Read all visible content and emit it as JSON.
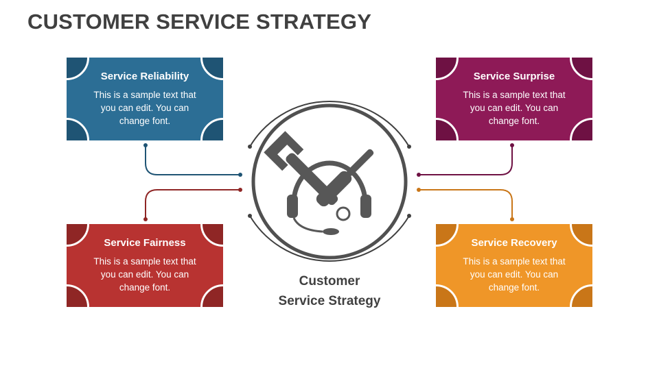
{
  "slide": {
    "title": "CUSTOMER SERVICE STRATEGY"
  },
  "center": {
    "label_line1": "Customer",
    "label_line2": "Service Strategy",
    "icon": "wrench-screwdriver-headset-icon"
  },
  "cards": [
    {
      "id": "reliability",
      "title": "Service Reliability",
      "text": "This is a sample text that you can edit. You can change font.",
      "color": "#2c6e95",
      "connector_color": "#1f5474"
    },
    {
      "id": "surprise",
      "title": "Service Surprise",
      "text": "This is a sample text that you can edit. You can change font.",
      "color": "#8e1a57",
      "connector_color": "#6e1143"
    },
    {
      "id": "fairness",
      "title": "Service Fairness",
      "text": "This is a sample text that you can edit. You can change font.",
      "color": "#b83331",
      "connector_color": "#8f2625"
    },
    {
      "id": "recovery",
      "title": "Service Recovery",
      "text": "This is a sample text that you can edit. You can change font.",
      "color": "#ef9628",
      "connector_color": "#c97618"
    }
  ]
}
